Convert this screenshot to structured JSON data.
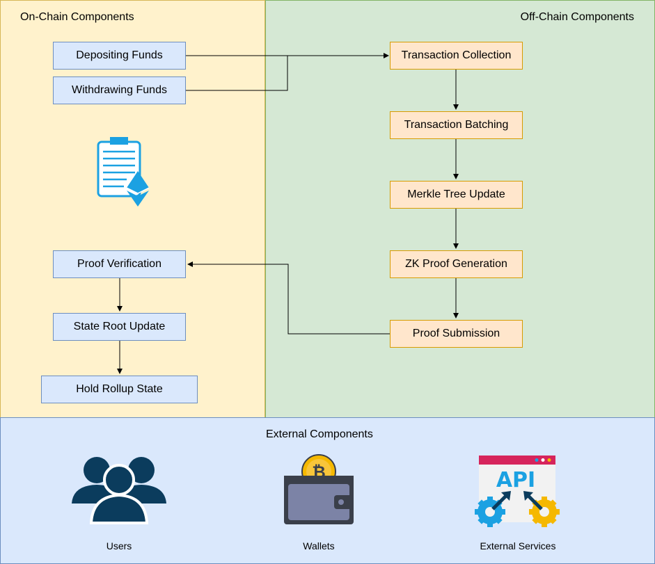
{
  "regions": {
    "on_chain": {
      "title": "On-Chain Components"
    },
    "off_chain": {
      "title": "Off-Chain Components"
    },
    "external": {
      "title": "External Components"
    }
  },
  "on_chain_nodes": {
    "depositing": "Depositing Funds",
    "withdrawing": "Withdrawing Funds",
    "proof_verification": "Proof Verification",
    "state_root_update": "State Root Update",
    "hold_rollup_state": "Hold Rollup State"
  },
  "off_chain_nodes": {
    "collection": "Transaction Collection",
    "batching": "Transaction Batching",
    "merkle": "Merkle Tree Update",
    "zk_proof": "ZK Proof Generation",
    "submission": "Proof Submission"
  },
  "external_items": {
    "users": "Users",
    "wallets": "Wallets",
    "services": "External Services"
  },
  "icons": {
    "contract": "ethereum-contract-icon",
    "users": "users-icon",
    "wallet": "bitcoin-wallet-icon",
    "api": "api-gears-icon"
  },
  "colors": {
    "on_chain_fill": "#fff2cc",
    "on_chain_border": "#d6b656",
    "off_chain_fill": "#d5e8d4",
    "off_chain_border": "#82b366",
    "external_fill": "#dae8fc",
    "external_border": "#6c8ebf",
    "blue_node": "#dae8fc",
    "orange_node": "#ffe6cc"
  },
  "api_badge_text": "API"
}
